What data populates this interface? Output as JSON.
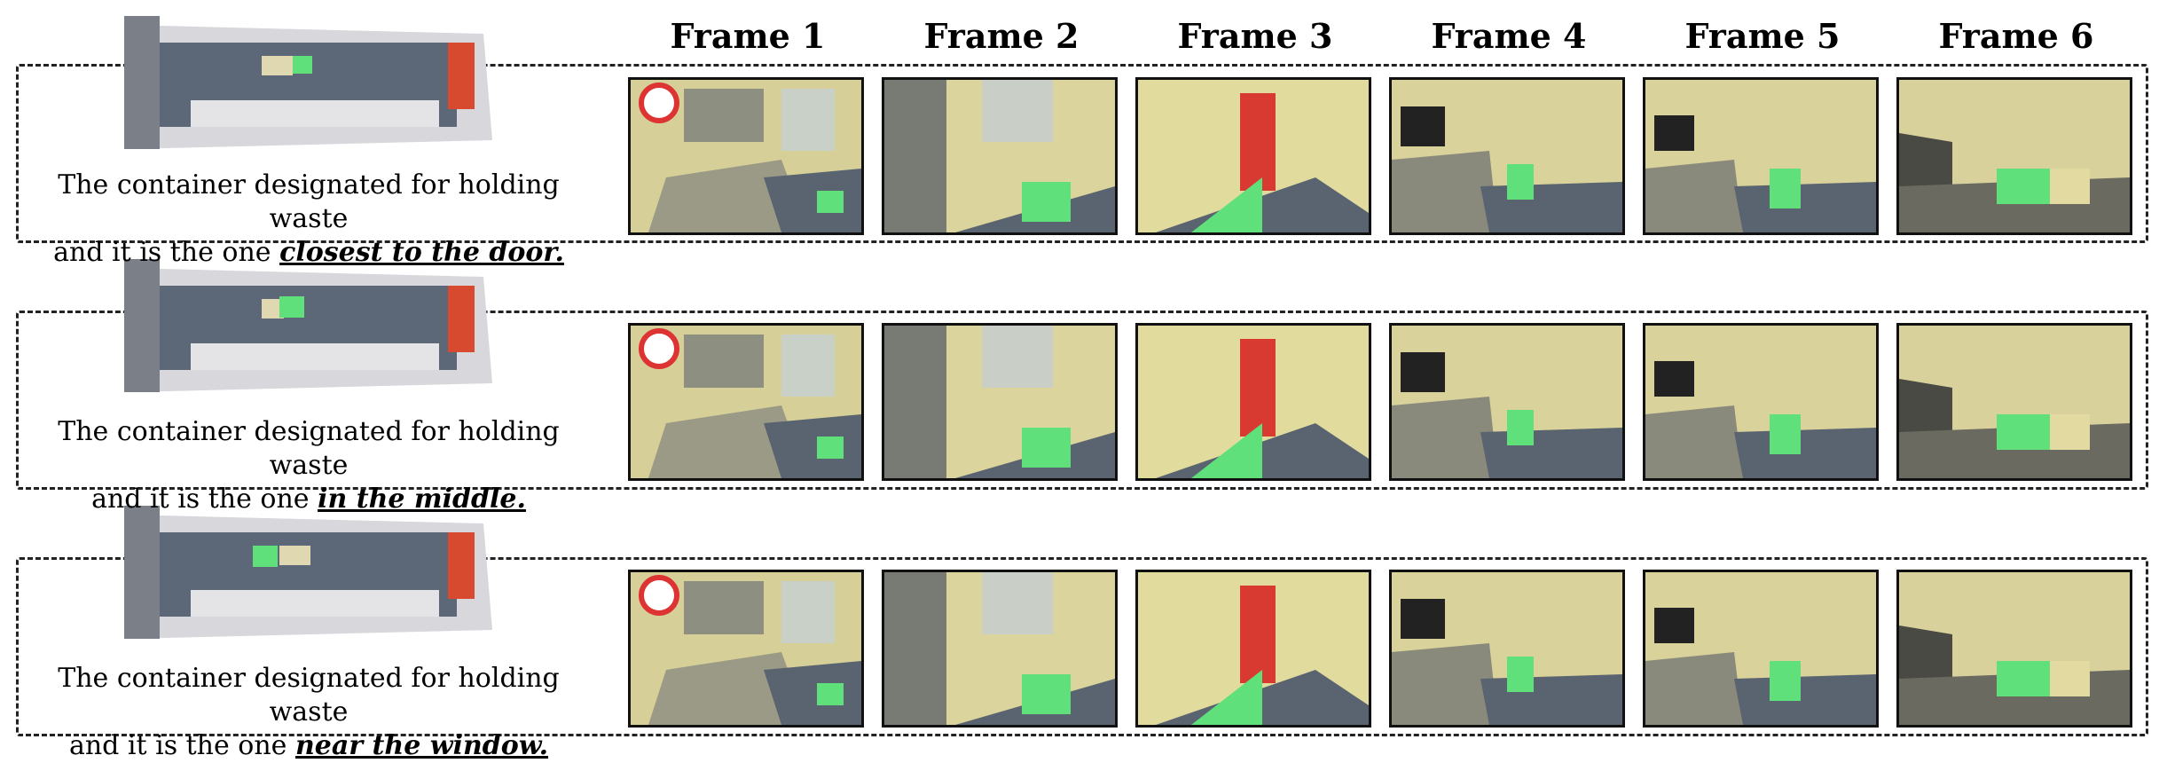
{
  "frame_headers": [
    "Frame 1",
    "Frame 2",
    "Frame 3",
    "Frame 4",
    "Frame 5",
    "Frame 6"
  ],
  "rows": [
    {
      "caption_line1": "The container designated for holding waste",
      "caption_prefix": "and it is the one ",
      "caption_highlight": "closest to the door."
    },
    {
      "caption_line1": "The container designated for holding waste",
      "caption_prefix": "and it is the one ",
      "caption_highlight": "in the middle."
    },
    {
      "caption_line1": "The container designated for holding waste",
      "caption_prefix": "and it is the one ",
      "caption_highlight": "near the window."
    }
  ],
  "colors": {
    "highlight_green": "#5fe07a",
    "wall": "#e8e2a8",
    "floor": "#5a6470",
    "door": "#d83a32"
  }
}
